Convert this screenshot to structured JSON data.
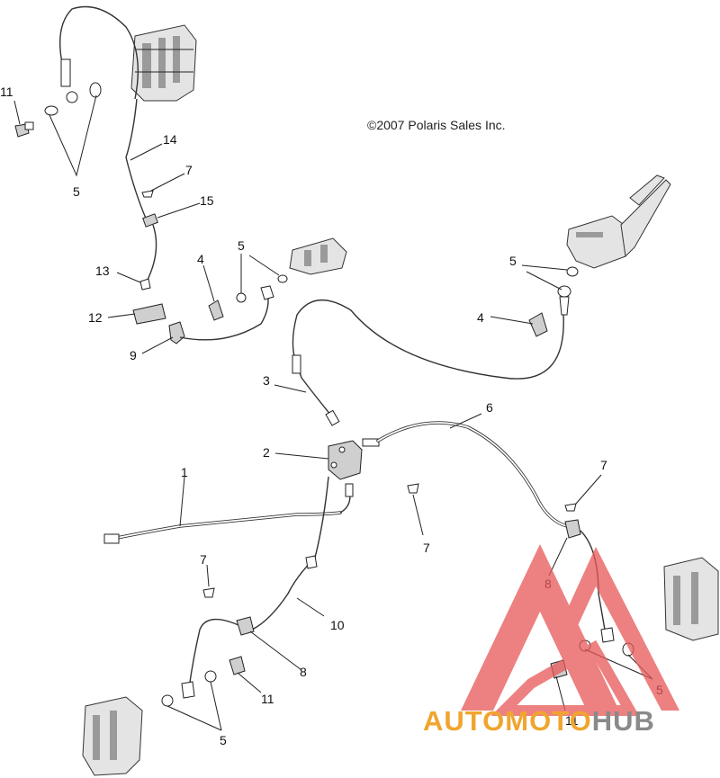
{
  "copyright": "©2007 Polaris Sales Inc.",
  "callouts": {
    "c11a": "11",
    "c5a": "5",
    "c14": "14",
    "c7a": "7",
    "c15": "15",
    "c13": "13",
    "c4a": "4",
    "c5b": "5",
    "c12": "12",
    "c9": "9",
    "c5c": "5",
    "c4b": "4",
    "c3": "3",
    "c6": "6",
    "c2": "2",
    "c1": "1",
    "c7b": "7",
    "c7c": "7",
    "c7d": "7",
    "c8a": "8",
    "c10": "10",
    "c8b": "8",
    "c11b": "11",
    "c5d": "5",
    "c5e": "5",
    "c11c": "11"
  },
  "watermark": {
    "part1": "AUTO",
    "part2": "MOTO",
    "part3": "HUB",
    "colors": {
      "red": "#e85757",
      "orange": "#f0a52e",
      "gray": "#8a8a8a"
    }
  }
}
